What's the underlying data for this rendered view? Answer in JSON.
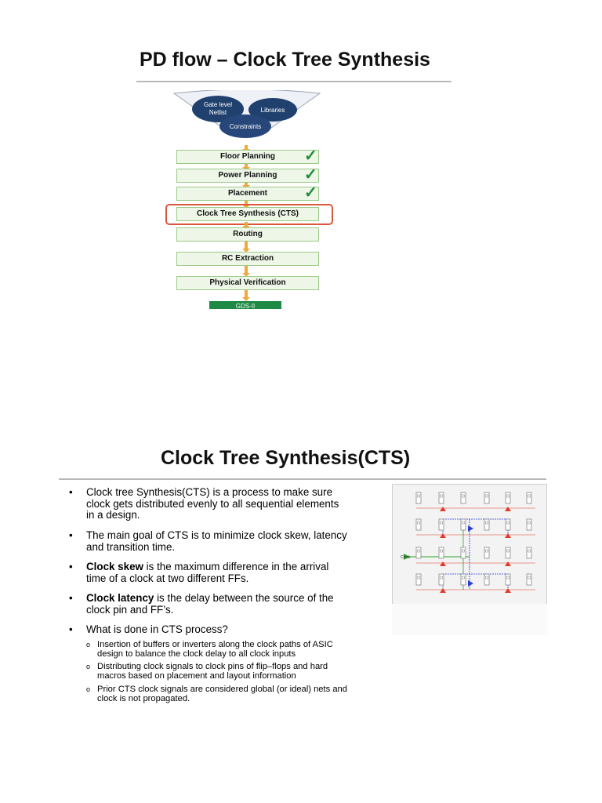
{
  "slide1": {
    "title": "PD flow – Clock Tree Synthesis",
    "inputs": [
      "Gate level Netlist",
      "Libraries",
      "Constraints"
    ],
    "steps": [
      {
        "label": "Floor Planning",
        "done": true
      },
      {
        "label": "Power Planning",
        "done": true
      },
      {
        "label": "Placement",
        "done": true
      },
      {
        "label": "Clock Tree Synthesis (CTS)",
        "done": false,
        "highlighted": true
      },
      {
        "label": "Routing",
        "done": false
      },
      {
        "label": "RC Extraction",
        "done": false
      },
      {
        "label": "Physical Verification",
        "done": false
      }
    ],
    "check_mark": "✓",
    "final_label": "GDS-II",
    "colors": {
      "step_fill": "#edf6e7",
      "step_border": "#9cc98a",
      "arrow": "#f2a93b",
      "check": "#1f8f3a",
      "highlight": "#d9573d",
      "funnel_node": "#20406e"
    }
  },
  "slide2": {
    "title": "Clock Tree Synthesis(CTS)",
    "bullets": [
      {
        "lines": [
          "Clock tree Synthesis(CTS) is a process to make sure",
          "clock gets distributed evenly to all sequential elements",
          "in a design."
        ]
      },
      {
        "lines": [
          "The main goal of CTS is to minimize clock skew, latency",
          "and transition time."
        ]
      },
      {
        "bold": "Clock skew",
        "lines": [
          " is the maximum difference in the arrival",
          "time of a clock at two different FFs."
        ]
      },
      {
        "bold": "Clock latency",
        "lines": [
          " is the delay between the source of the",
          "clock pin and FF’s."
        ]
      },
      {
        "lines": [
          "What is done in CTS process?"
        ]
      }
    ],
    "sub_bullets": [
      {
        "lines": [
          "Insertion of buffers or inverters along the clock paths of ASIC",
          "design to balance the clock delay to all clock inputs"
        ]
      },
      {
        "lines": [
          "Distributing clock signals to clock pins of flip–flops and hard",
          "macros based on placement and layout information"
        ]
      },
      {
        "lines": [
          "Prior CTS clock signals are considered global (or ideal) nets and",
          "clock is not propagated."
        ]
      }
    ],
    "bullet_glyph": "•",
    "sub_glyph": "o",
    "diagram": {
      "clock_label": "Clock",
      "colors": {
        "clock_line": "#2aa62a",
        "h_tree": "#2b3fd1",
        "leaf_buffer": "#e23a2a",
        "ff": "#777777"
      }
    }
  }
}
